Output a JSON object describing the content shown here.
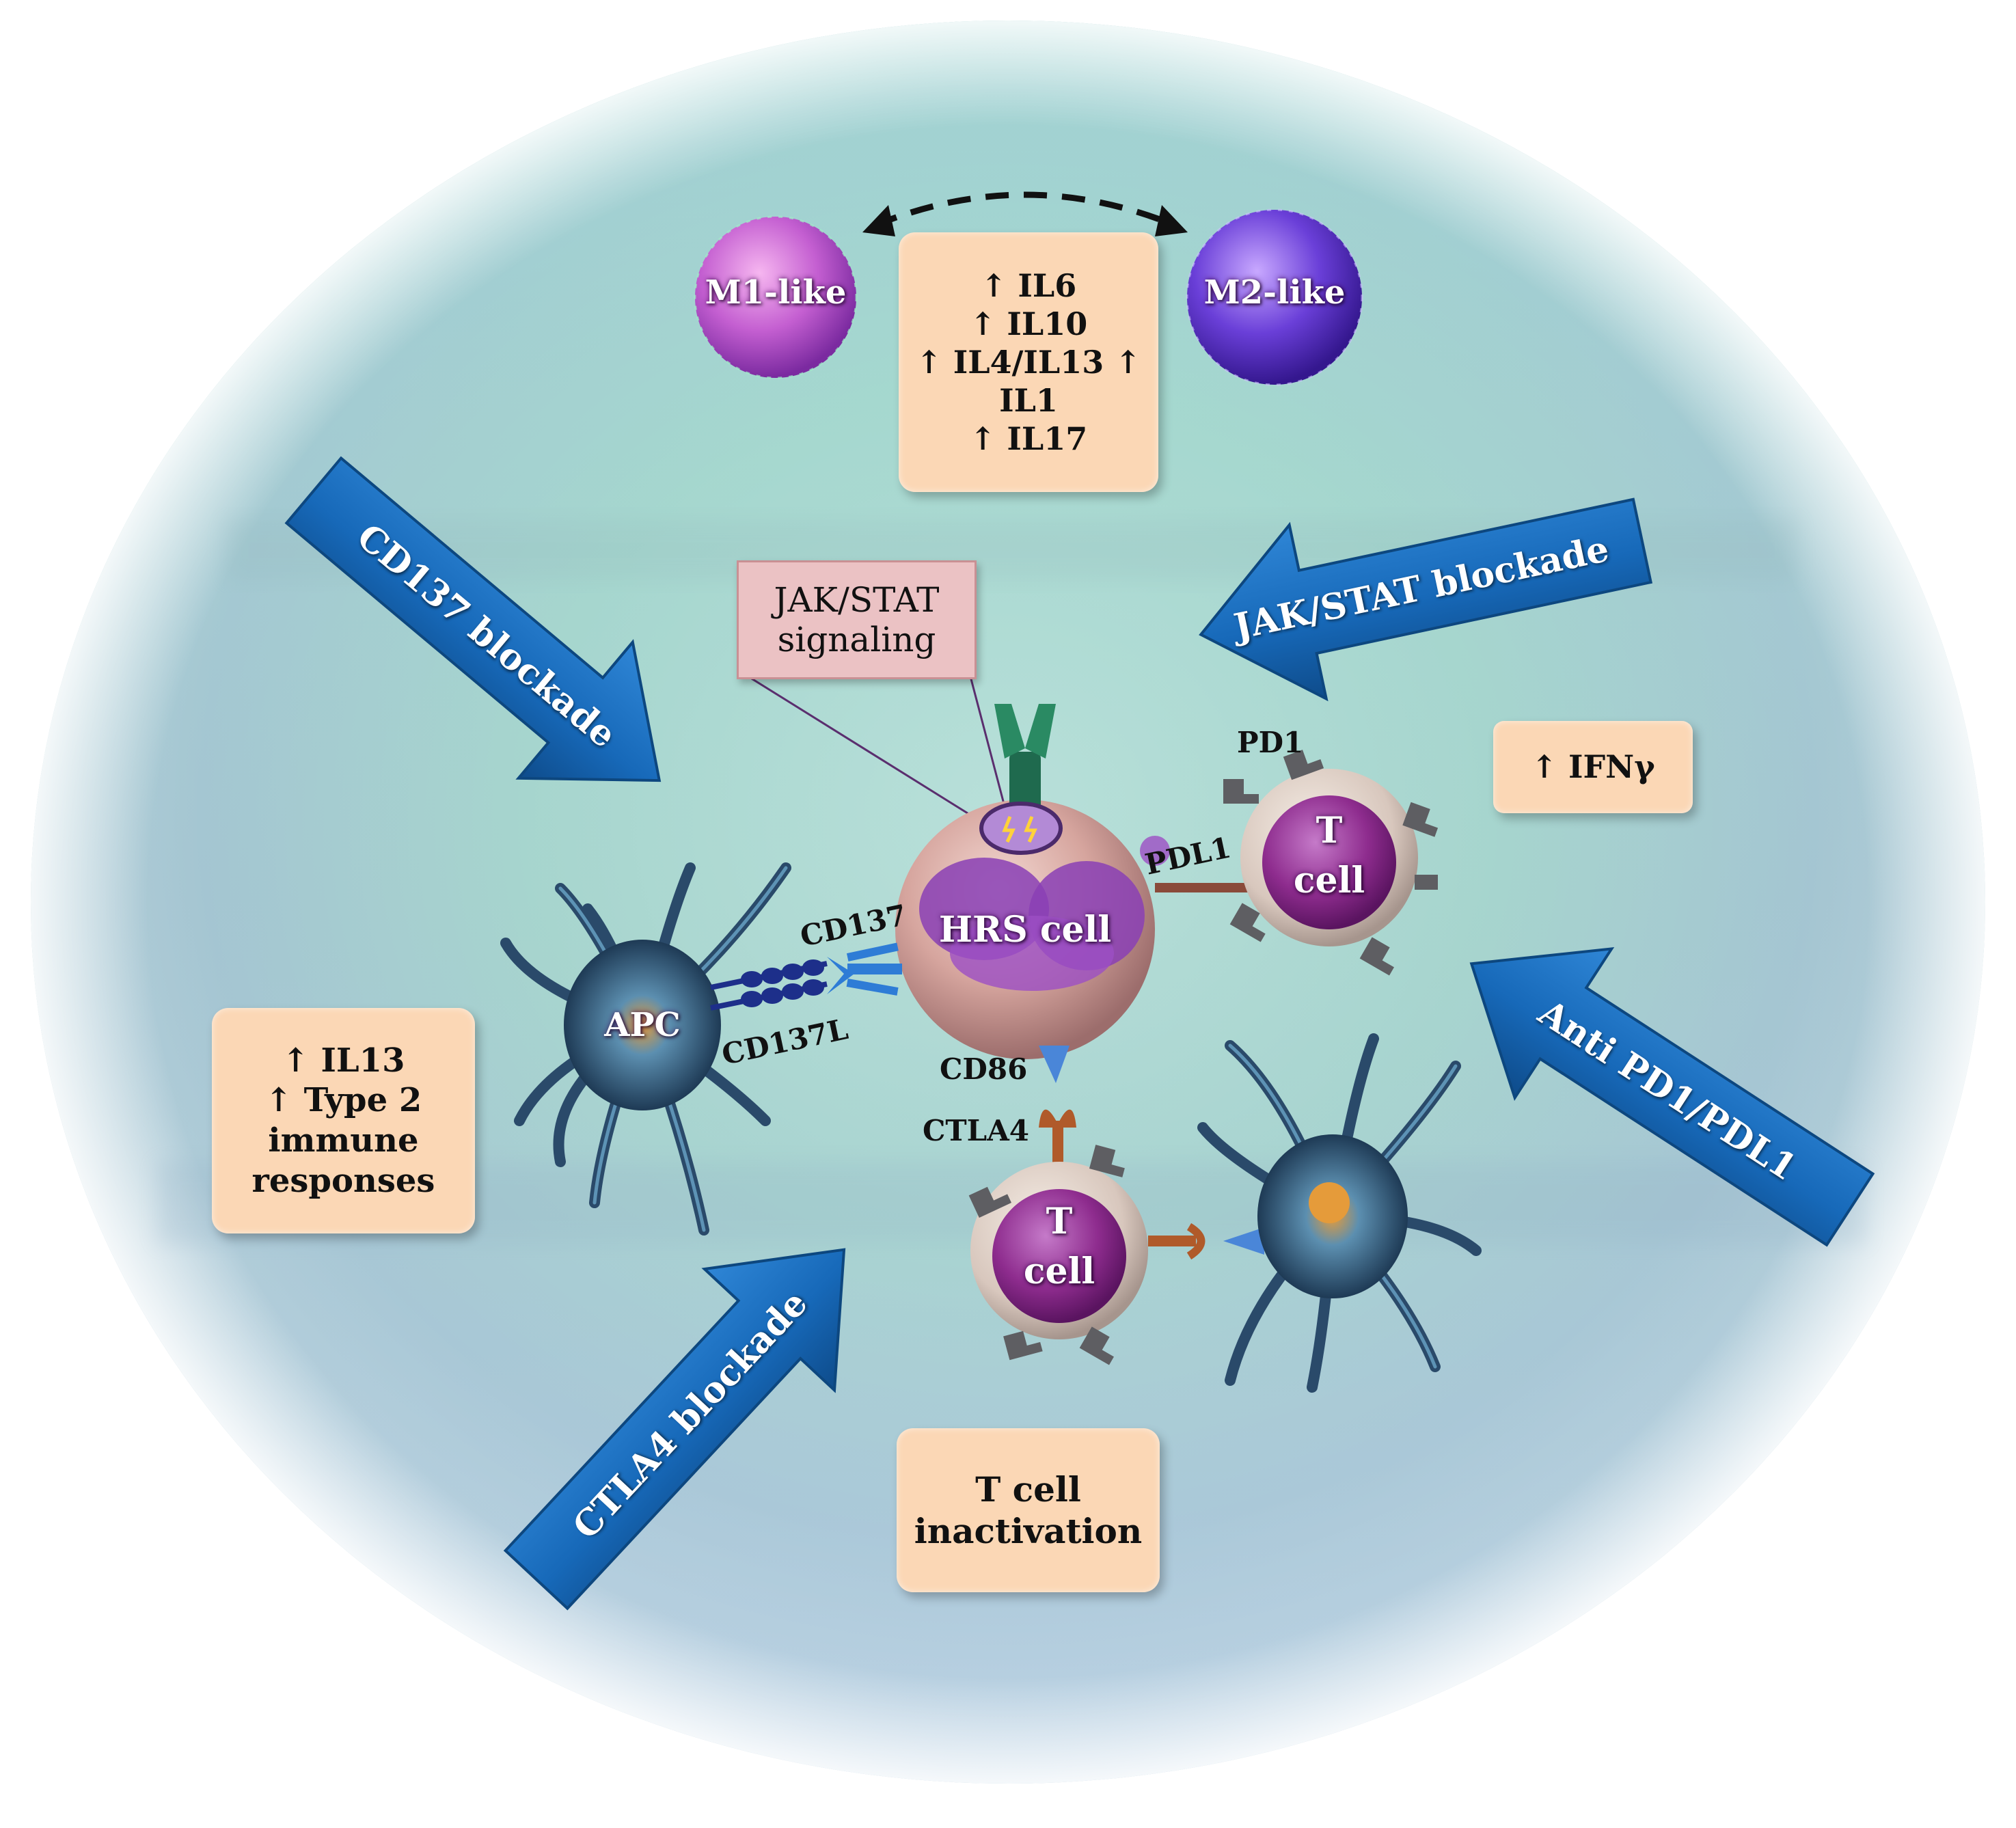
{
  "macrophages": {
    "m1_label": "M1-like",
    "m2_label": "M2-like"
  },
  "cytokine_box_top": {
    "lines": [
      "↑ IL6",
      "↑ IL10",
      "↑ IL4/IL13 ↑",
      "IL1",
      "↑ IL17"
    ]
  },
  "jak_stat_box": {
    "lines": [
      "JAK/STAT",
      "signaling"
    ]
  },
  "blockade_arrows": {
    "cd137": "CD137 blockade",
    "jak_stat": "JAK/STAT blockade",
    "anti_pd1": "Anti PD1/PDL1",
    "ctla4": "CTLA4 blockade"
  },
  "receptors": {
    "pd1": "PD1",
    "pdl1": "PDL1",
    "cd137": "CD137",
    "cd137l": "CD137L",
    "cd86": "CD86",
    "ctla4": "CTLA4"
  },
  "cells": {
    "hrs": "HRS cell",
    "apc": "APC",
    "t_cell_right": [
      "T",
      "cell"
    ],
    "t_cell_bottom": [
      "T",
      "cell"
    ]
  },
  "ifn_box": {
    "text": "↑ IFNγ"
  },
  "il13_box": {
    "lines": [
      "↑ IL13",
      "↑ Type 2",
      "immune",
      "responses"
    ]
  },
  "inactivation_box": {
    "lines": [
      "T cell",
      "inactivation"
    ]
  },
  "colors": {
    "background_teal": "#a9dcd2",
    "background_blue": "#a9c3d4",
    "arrow_blue": "#1769b9",
    "box_peach": "#fbd7b5",
    "box_pink": "#ebc2c4",
    "hrs_cell": "#d9a9a2",
    "t_cell_nucleus": "#8e2c8e",
    "m1_cell": "#c45fd1",
    "m2_cell": "#6a3fd8"
  }
}
